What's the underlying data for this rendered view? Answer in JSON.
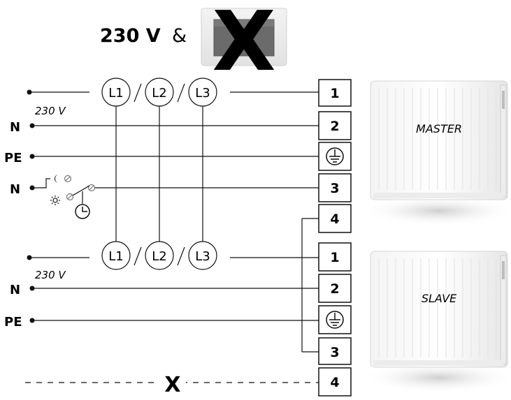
{
  "header": {
    "voltage": "230 V",
    "ampersand": "&",
    "cross_mark": "X"
  },
  "upper_circuit": {
    "voltage_label": "230 V",
    "phases": [
      "L1",
      "L2",
      "L3"
    ],
    "neutral_label": "N",
    "earth_label": "PE",
    "pilot_label": "N",
    "terminals": [
      "1",
      "2",
      "3",
      "4"
    ]
  },
  "lower_circuit": {
    "voltage_label": "230 V",
    "phases": [
      "L1",
      "L2",
      "L3"
    ],
    "neutral_label": "N",
    "earth_label": "PE",
    "terminals": [
      "1",
      "2",
      "3",
      "4"
    ],
    "disconnected_mark": "X"
  },
  "heaters": {
    "master_label": "MASTER",
    "slave_label": "SLAVE"
  },
  "icons": {
    "moon": "moon-icon",
    "sun": "sun-icon",
    "clock": "clock-icon",
    "earth": "earth-ground-icon",
    "display": "thermostat-display-icon"
  }
}
